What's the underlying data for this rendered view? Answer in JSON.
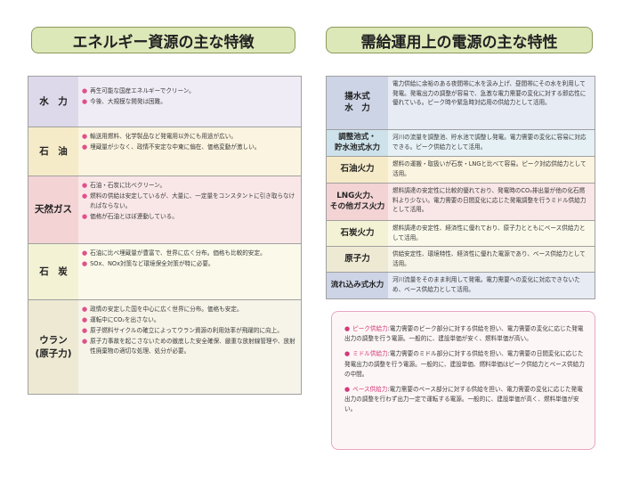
{
  "left_title": "エネルギー資源の主な特徴",
  "right_title": "需給運用上の電源の主な特性",
  "colors": {
    "title_bg": "#dde8b8",
    "bullet": "#e2508c",
    "label_pink": "#d23a7a"
  },
  "resources": [
    {
      "name": "水　力",
      "bullets": [
        "再生可能な国産エネルギーでクリーン。",
        "今後、大規模な開発は困難。"
      ]
    },
    {
      "name": "石　油",
      "bullets": [
        "輸送用燃料、化学製品など発電用以外にも用途が広い。",
        "埋蔵量が少なく、政情不安定な中東に偏在、価格変動が激しい。"
      ]
    },
    {
      "name": "天然ガス",
      "bullets": [
        "石油・石炭に比べクリーン。",
        "燃料の供給は安定しているが、大量に、一定量をコンスタントに引き取らなければならない。",
        "価格が石油とほぼ連動している。"
      ]
    },
    {
      "name": "石　炭",
      "bullets": [
        "石油に比べ埋蔵量が豊富で、世界に広く分布。価格も比較的安定。",
        "SOx、NOx対策など環境保全対策が特に必要。"
      ]
    },
    {
      "name": "ウラン\n(原子力)",
      "bullets": [
        "政情の安定した国を中心に広く世界に分布。価格も安定。",
        "運転中にCO₂を出さない。",
        "原子燃料サイクルの確立によってウラン資源の利用効率が飛躍的に向上。",
        "原子力事故を起こさないための徹底した安全確保、厳重な放射線管理や、放射性廃棄物の適切な処理、処分が必要。"
      ]
    }
  ],
  "sources": [
    {
      "name": "揚水式\n水　力",
      "desc": "電力供給に余裕のある夜間帯に水を汲み上げ、昼間帯にその水を利用して発電。発電出力の調整が容易で、急激な電力需要の変化に対する即応性に優れている。ピーク時や緊急時対応用の供給力として活用。"
    },
    {
      "name": "調整池式・\n貯水池式水力",
      "desc": "河川の流量を調整池、貯水池で調整し発電。電力需要の変化に容易に対応できる。ピーク供給力として活用。"
    },
    {
      "name": "石油火力",
      "desc": "燃料の運搬・取扱いが石炭・LNGと比べて容易。ピーク対応供給力として活用。"
    },
    {
      "name": "LNG火力、\nその他ガス火力",
      "desc": "燃料調達の安定性に比較的優れており、発電時のCO₂排出量が他の化石燃料より少ない。電力需要の日間変化に応じた発電調整を行うミドル供給力として活用。"
    },
    {
      "name": "石炭火力",
      "desc": "燃料調達の安定性、経済性に優れており、原子力とともにベース供給力として活用。"
    },
    {
      "name": "原子力",
      "desc": "供給安定性、環境特性、経済性に優れた電源であり、ベース供給力として活用。"
    },
    {
      "name": "流れ込み式水力",
      "desc": "河川流量をそのまま利用して発電。電力需要への変化に対応できないため、ベース供給力として活用。"
    }
  ],
  "notes": [
    {
      "label": "ピーク供給力",
      "text": ":電力需要のピーク部分に対する供給を担い、電力需要の変化に応じた発電出力の調整を行う電源。一般的に、建設単価が安く、燃料単価が高い。"
    },
    {
      "label": "ミドル供給力",
      "text": ":電力需要のミドル部分に対する供給を担い、電力需要の日間変化に応じた発電出力の調整を行う電源。一般的に、建設単価、燃料単価はピーク供給力とベース供給力の中間。"
    },
    {
      "label": "ベース供給力",
      "text": ":電力需要のベース部分に対する供給を担い、電力需要の変化に応じた発電出力の調整を行わず出力一定で運転する電源。一般的に、建設単価が高く、燃料単価が安い。"
    }
  ]
}
